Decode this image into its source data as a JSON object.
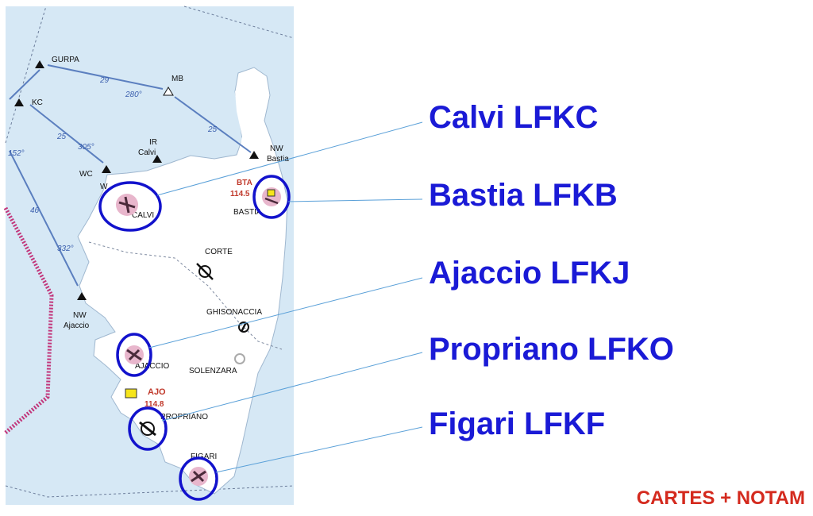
{
  "map": {
    "waypoints": {
      "gurpa": "GURPA",
      "mb": "MB",
      "kc": "KC",
      "ir_calvi_1": "IR",
      "ir_calvi_2": "Calvi",
      "wc": "WC",
      "w": "W",
      "nw_bastia_1": "NW",
      "nw_bastia_2": "Bastia",
      "nw_ajaccio_1": "NW",
      "nw_ajaccio_2": "Ajaccio"
    },
    "routes": {
      "gurpa_mb_dist": "29",
      "gurpa_mb_course": "280°",
      "mb_bastia_dist": "25",
      "kc_wc_dist": "25",
      "kc_wc_course": "305°",
      "west_dist": "46",
      "west_course_1": "332°",
      "west_course_2": "152°"
    },
    "vor_bastia": {
      "ident": "BTA",
      "freq": "114.5"
    },
    "vor_ajaccio": {
      "ident": "AJO",
      "freq": "114.8"
    },
    "places": {
      "calvi": "CALVI",
      "bastia": "BASTIA",
      "corte": "CORTE",
      "ghisonaccia": "GHISONACCIA",
      "ajaccio": "AJACCIO",
      "solenzara": "SOLENZARA",
      "propriano": "PROPRIANO",
      "figari": "FIGARI"
    },
    "colors": {
      "sea": "#d6e8f5",
      "land": "#ffffff",
      "airway": "#5b7fbf",
      "boundary": "#c2357a",
      "highlight": "#1212cc",
      "leader": "#5aa0d8"
    }
  },
  "callouts": [
    {
      "label": "Calvi LFKC"
    },
    {
      "label": "Bastia LFKB"
    },
    {
      "label": "Ajaccio LFKJ"
    },
    {
      "label": "Propriano LFKO"
    },
    {
      "label": "Figari LFKF"
    }
  ],
  "footer": "CARTES + NOTAM",
  "brand_colors": {
    "label": "#1a1ad6",
    "footer": "#d42a1e"
  }
}
